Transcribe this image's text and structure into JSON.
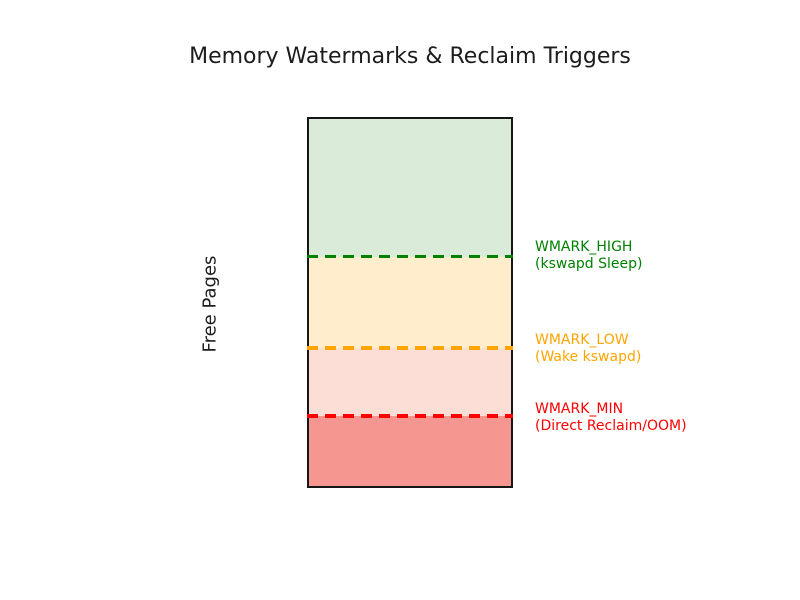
{
  "figure": {
    "title": "Memory Watermarks & Reclaim Triggers",
    "ylabel": "Free Pages",
    "background": "#ffffff"
  },
  "chart_data": {
    "type": "area",
    "title": "Memory Watermarks & Reclaim Triggers",
    "xlabel": "",
    "ylabel": "Free Pages",
    "ylim": [
      0,
      100
    ],
    "grid": false,
    "legend": "none",
    "bar_outline_color": "#161616",
    "zones": [
      {
        "name": "above-wmark-high",
        "from": 62.5,
        "to": 100,
        "fill": "#daecd9"
      },
      {
        "name": "wmark-low-to-high",
        "from": 37.5,
        "to": 62.5,
        "fill": "#ffedcc"
      },
      {
        "name": "wmark-min-to-low",
        "from": 19,
        "to": 37.5,
        "fill": "#fcded7"
      },
      {
        "name": "below-wmark-min",
        "from": 0,
        "to": 19,
        "fill": "#f69691"
      }
    ],
    "watermarks": [
      {
        "name": "wmark-high",
        "label": "WMARK_HIGH",
        "sublabel": "(kswapd Sleep)",
        "level": 62.5,
        "color": "#008000",
        "linestyle": "dashed"
      },
      {
        "name": "wmark-low",
        "label": "WMARK_LOW",
        "sublabel": "(Wake kswapd)",
        "level": 37.5,
        "color": "#ffa500",
        "linestyle": "dashed"
      },
      {
        "name": "wmark-min",
        "label": "WMARK_MIN",
        "sublabel": "(Direct Reclaim/OOM)",
        "level": 19,
        "color": "#ff0000",
        "linestyle": "dashed"
      }
    ]
  }
}
